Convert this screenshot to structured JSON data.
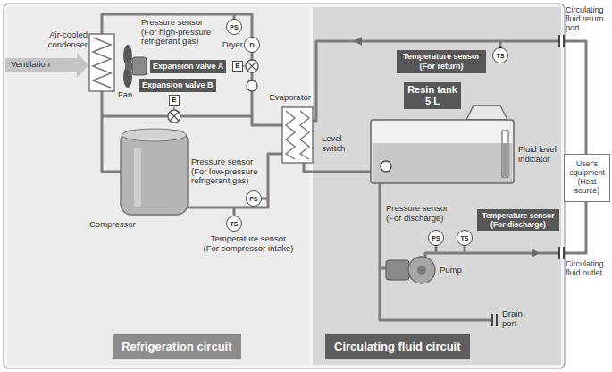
{
  "diagram": {
    "nodes": [
      {
        "text": [
          "Refrigeration circuit"
        ]
      },
      {
        "text": [
          "Circulating fluid circuit"
        ]
      },
      {
        "text": [
          "PS"
        ],
        "in": 0
      },
      {
        "text": [
          "D"
        ],
        "in": 0
      },
      {
        "text": [
          "Expansion valve A"
        ],
        "in": 0
      },
      {
        "text": [
          "E"
        ],
        "in": 0
      },
      {
        "text": [
          "Expansion valve B"
        ],
        "in": 0
      },
      {
        "text": [
          "E"
        ],
        "in": 0
      },
      {
        "text": [
          "PS"
        ],
        "in": 0
      },
      {
        "text": [
          "TS"
        ],
        "in": 0
      },
      {
        "text": [
          "Temperature sensor (For return)"
        ],
        "in": 1
      },
      {
        "text": [
          "TS"
        ],
        "in": 1
      },
      {
        "text": [
          "Resin tank 5 L"
        ],
        "in": 1
      },
      {
        "text": [
          "PS"
        ],
        "in": 1
      },
      {
        "text": [
          "TS"
        ],
        "in": 1
      },
      {
        "text": [
          "Temperature sensor (For discharge)"
        ],
        "in": 1
      },
      {
        "text": [
          "User's equipment (Heat source)"
        ]
      }
    ],
    "labels": [
      "Air-cooled condenser",
      "Ventilation",
      "Pressure sensor (For high-pressure refrigerant gas)",
      "Dryer",
      "Fan",
      "Evaporator",
      "Compressor",
      "Pressure sensor (For low-pressure refrigerant gas)",
      "Temperature sensor (For compressor intake)",
      "Circulating fluid return port",
      "Level switch",
      "Fluid level indicator",
      "Pressure sensor (For discharge)",
      "Pump",
      "Circulating fluid outlet",
      "Drain port"
    ]
  }
}
